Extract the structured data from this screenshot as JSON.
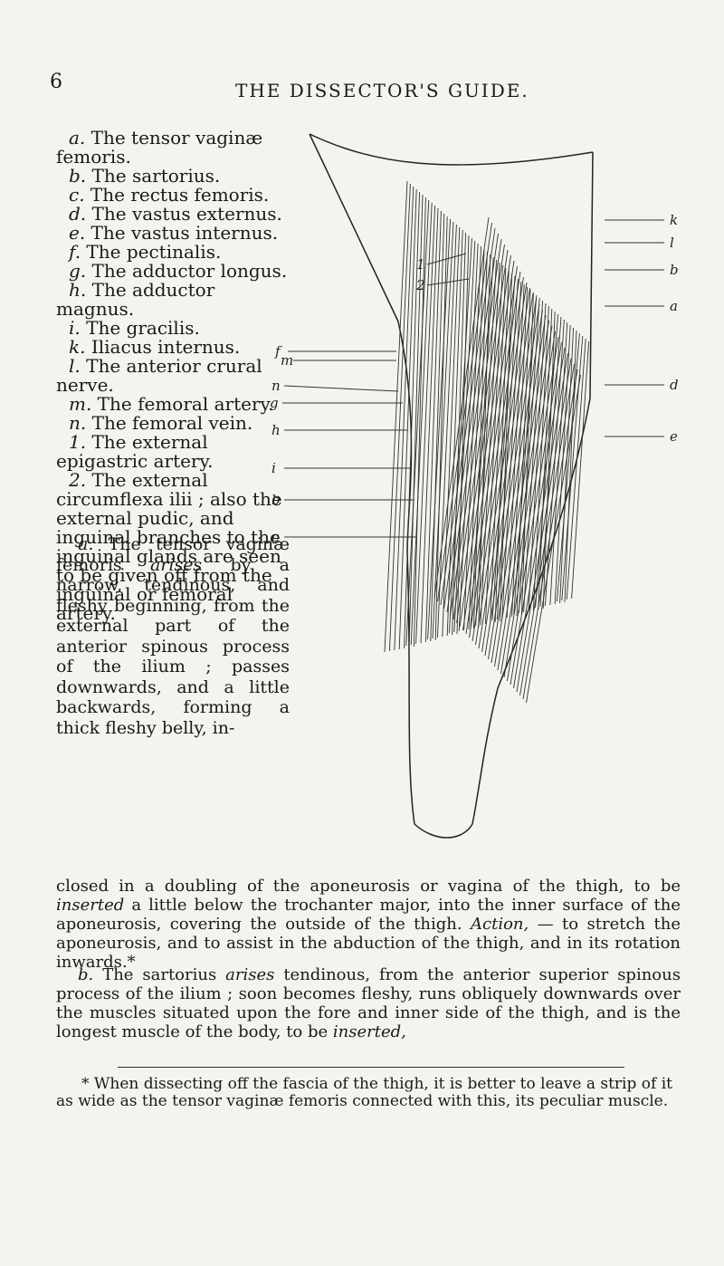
{
  "header": {
    "page_number": "6",
    "running_head": "THE DISSECTOR'S GUIDE."
  },
  "legend": [
    {
      "key": "a.",
      "text": "The tensor vaginæ femoris."
    },
    {
      "key": "b.",
      "text": "The sartorius."
    },
    {
      "key": "c.",
      "text": "The rectus femoris."
    },
    {
      "key": "d.",
      "text": "The vastus externus."
    },
    {
      "key": "e.",
      "text": "The vastus internus."
    },
    {
      "key": "f.",
      "text": "The pectinalis."
    },
    {
      "key": "g.",
      "text": "The adductor longus."
    },
    {
      "key": "h.",
      "text": "The adductor magnus."
    },
    {
      "key": "i.",
      "text": "The gracilis."
    },
    {
      "key": "k.",
      "text": "Iliacus internus."
    },
    {
      "key": "l.",
      "text": "The anterior crural nerve."
    },
    {
      "key": "m.",
      "text": "The femoral artery."
    },
    {
      "key": "n.",
      "text": "The femoral vein."
    },
    {
      "key": "1.",
      "text": "The external epigastric artery."
    },
    {
      "key": "2.",
      "text": "The external circumflexa ilii ; also the external pudic, and inguinal branches to the inguinal glands are seen to be given off from the inguinal or femoral artery."
    }
  ],
  "figure": {
    "left_labels": [
      "f",
      "m",
      "n",
      "g",
      "h",
      "i",
      "b",
      "c"
    ],
    "right_labels": [
      "k",
      "l",
      "b",
      "a",
      "d",
      "e"
    ],
    "upper_labels": [
      "1",
      "2"
    ]
  },
  "body": {
    "para_a_key": "a.",
    "para_a_lead": "The tensor vaginæ femoris",
    "para_a_arises": "arises",
    "para_a_text1": "by a narrow, tendinous, and fleshy beginning, from the external part of the anterior spinous process of the ilium ; passes downwards, and a little backwards, forming a thick fleshy belly, in-",
    "para_a_text2": "closed in a doubling of the aponeurosis or vagina of the thigh, to be",
    "para_a_inserted": "inserted",
    "para_a_text3": "a little below the trochanter major, into the inner surface of the aponeurosis, covering the outside of the thigh.",
    "para_a_action": "Action,",
    "para_a_text4": "— to stretch the aponeurosis, and to assist in the abduction of the thigh, and in its rotation inwards.*",
    "para_b_key": "b.",
    "para_b_lead": "The sartorius",
    "para_b_arises": "arises",
    "para_b_text1": "tendinous, from the anterior superior spinous process of the ilium ; soon becomes fleshy, runs obliquely downwards over the muscles situated upon the fore and inner side of the thigh, and is the longest muscle of the body, to be",
    "para_b_inserted": "inserted,"
  },
  "footnote": "* When dissecting off the fascia of the thigh, it is better to leave a strip of it as wide as the tensor vaginæ femoris connected with this, its peculiar muscle."
}
